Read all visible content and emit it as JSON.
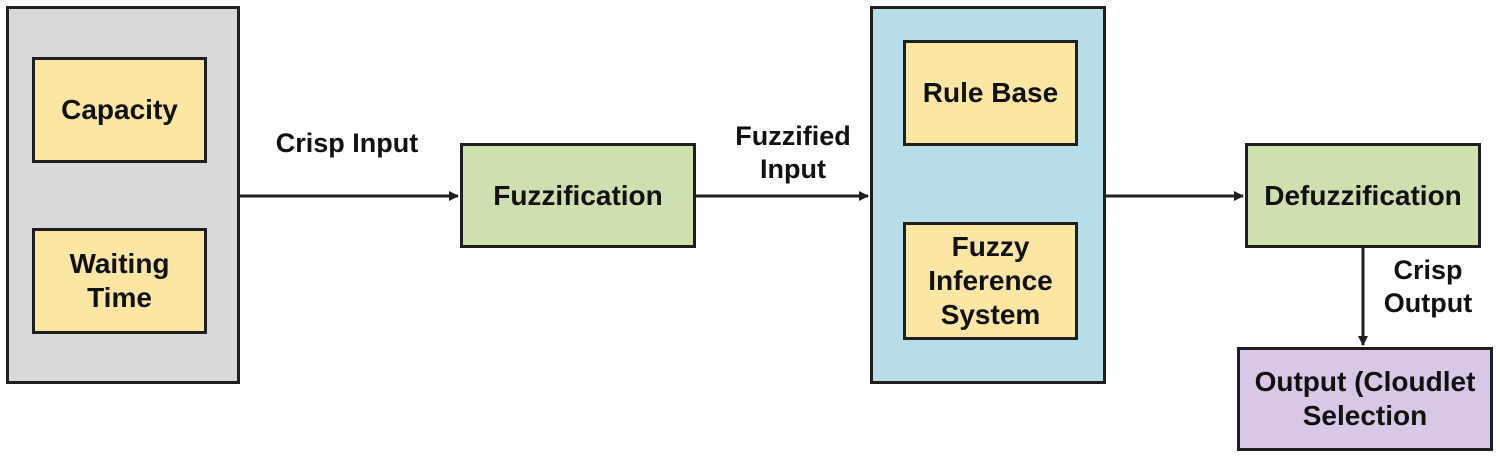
{
  "colors": {
    "input_group": "#d9d9d9",
    "variable_box": "#fce6a4",
    "process_box": "#cfe0b0",
    "inference_group": "#b7dde8",
    "output_box": "#d8c8e6",
    "line": "#1f1f1f"
  },
  "inputs": {
    "capacity": "Capacity",
    "waiting_time": "Waiting\nTime"
  },
  "edges": {
    "crisp_input": "Crisp Input",
    "fuzzified_input": "Fuzzified\nInput",
    "crisp_output": "Crisp\nOutput"
  },
  "steps": {
    "fuzzification": "Fuzzification",
    "defuzzification": "Defuzzification"
  },
  "inference": {
    "rule_base": "Rule Base",
    "fis": "Fuzzy\nInference\nSystem"
  },
  "output": {
    "label": "Output (Cloudlet\nSelection"
  }
}
